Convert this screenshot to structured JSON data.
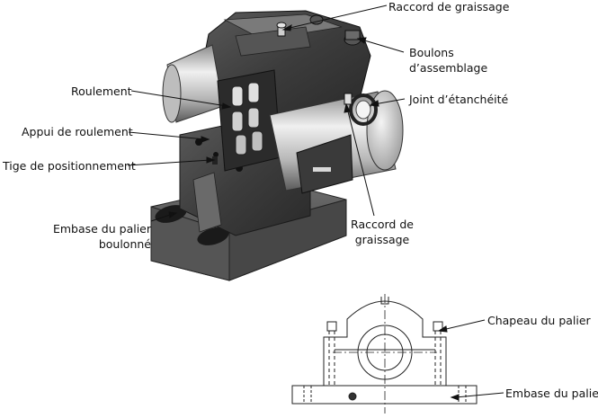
{
  "labels": {
    "raccord_top": "Raccord de graissage",
    "boulons_line1": "Boulons",
    "boulons_line2": "d’assemblage",
    "joint": "Joint d’étanchéité",
    "roulement": "Roulement",
    "appui": "Appui de roulement",
    "tige": "Tige de positionnement",
    "embase_boulonne_line1": "Embase du palier",
    "embase_boulonne_line2": "boulonné",
    "raccord_bottom_line1": "Raccord de",
    "raccord_bottom_line2": "graissage",
    "chapeau": "Chapeau du palier",
    "embase": "Embase du palier"
  },
  "colors": {
    "ink": "#111111",
    "housing_dark": "#3a3a3a",
    "housing_mid": "#6b6b6b",
    "shaft_light": "#d6d6d6"
  }
}
